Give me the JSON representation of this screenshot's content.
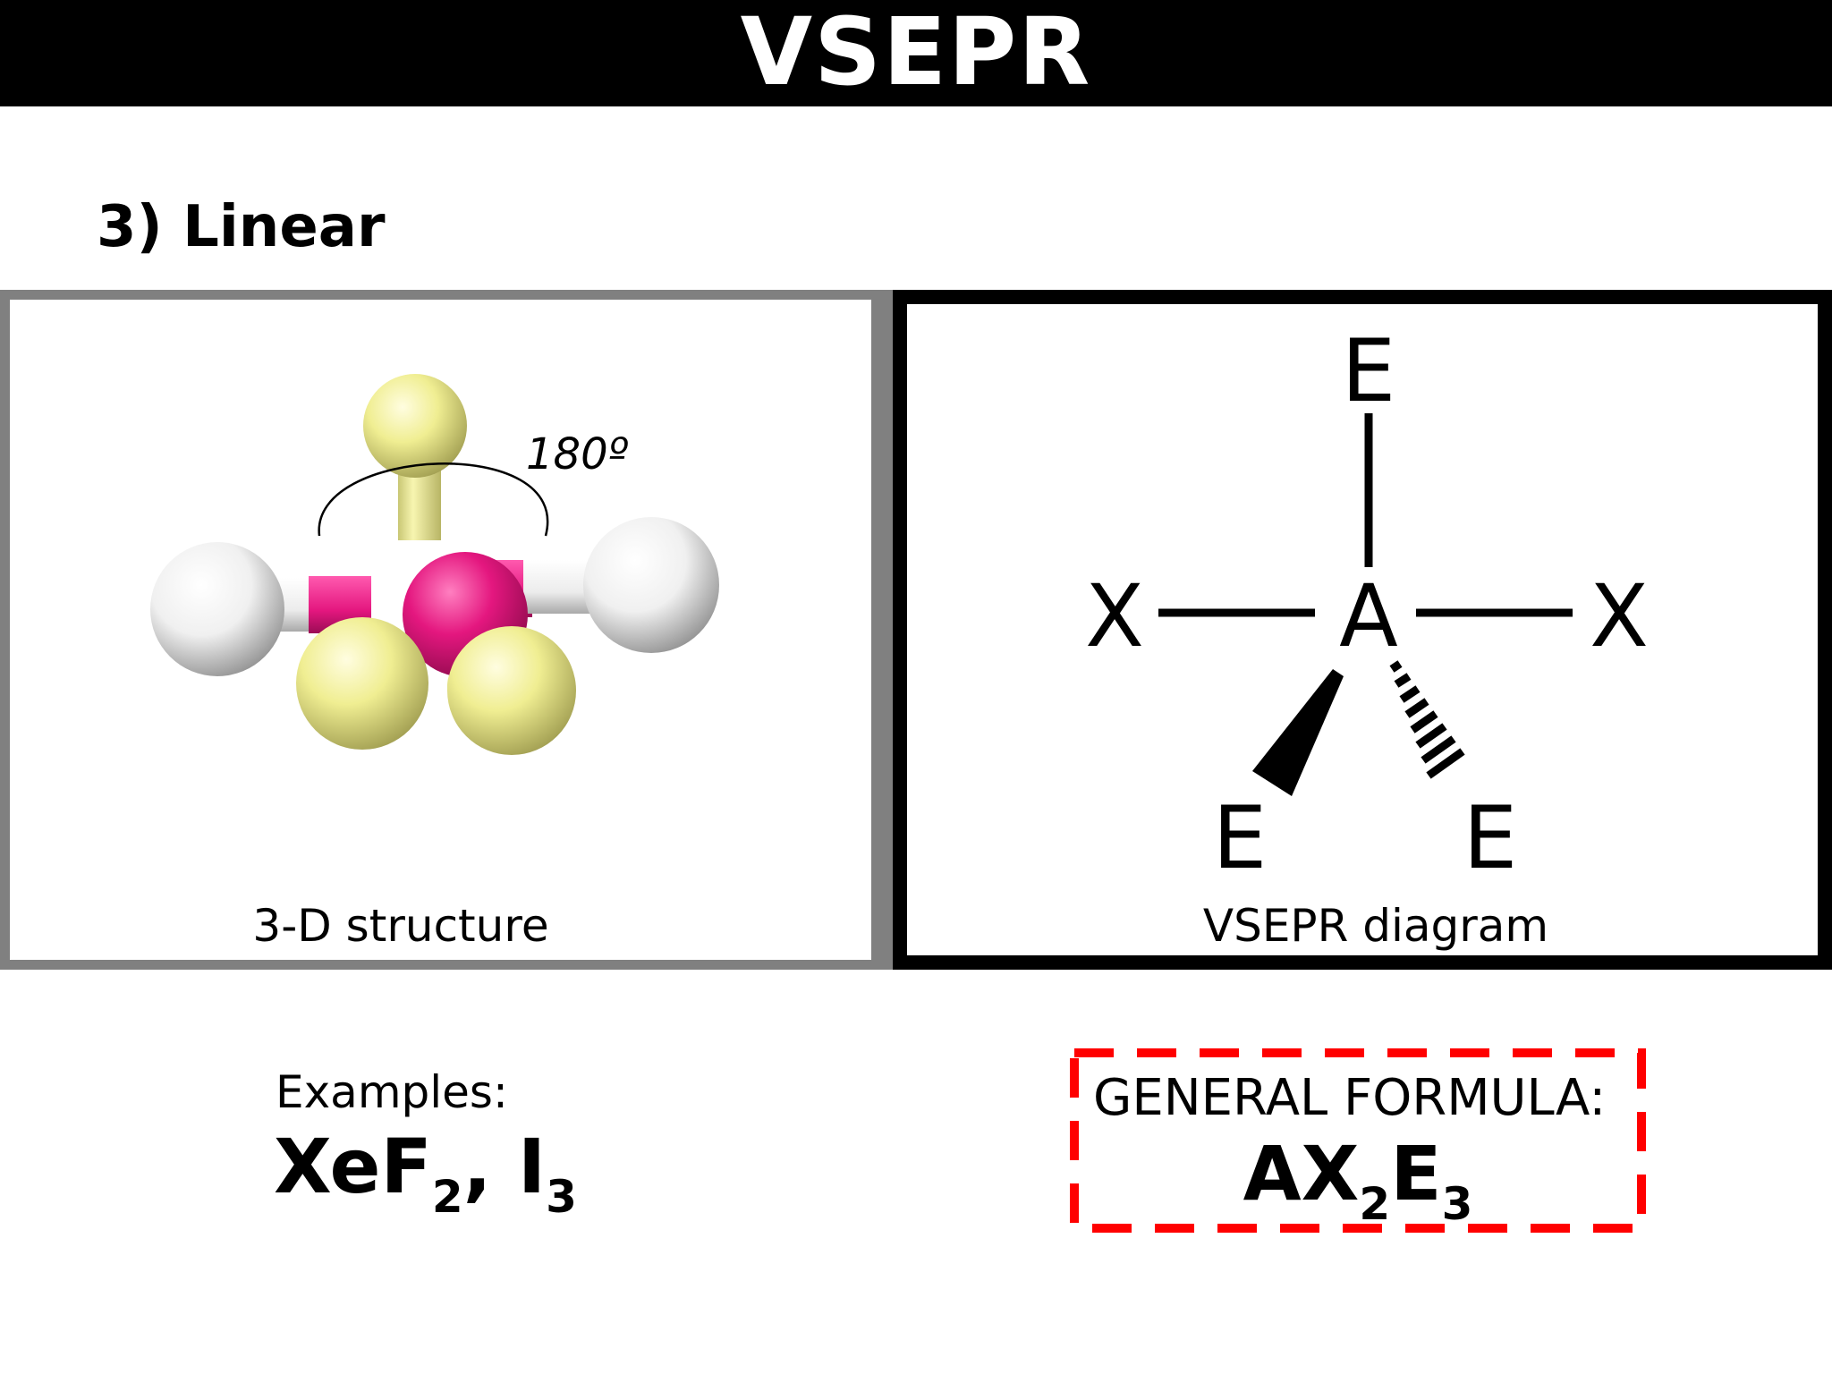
{
  "header": {
    "title": "VSEPR"
  },
  "section": {
    "heading": "3) Linear"
  },
  "structure_panel": {
    "caption": "3-D structure",
    "angle_label": "180º",
    "colors": {
      "central": "#e4177f",
      "lone_pair": "#f0ee92",
      "ligand": "#f2f2f2"
    }
  },
  "diagram_panel": {
    "caption": "VSEPR diagram",
    "atoms": {
      "top": "E",
      "center": "A",
      "left": "X",
      "right": "X",
      "bottom_left": "E",
      "bottom_right": "E"
    }
  },
  "examples": {
    "label": "Examples:",
    "formula1": {
      "base": "XeF",
      "sub": "2",
      "sep": ", "
    },
    "formula2": {
      "base": "I",
      "sub": "3"
    }
  },
  "general_formula": {
    "label": "GENERAL FORMULA:",
    "parts": {
      "a": "AX",
      "sub1": "2",
      "e": "E",
      "sub2": "3"
    },
    "border_color": "#ff0000"
  }
}
